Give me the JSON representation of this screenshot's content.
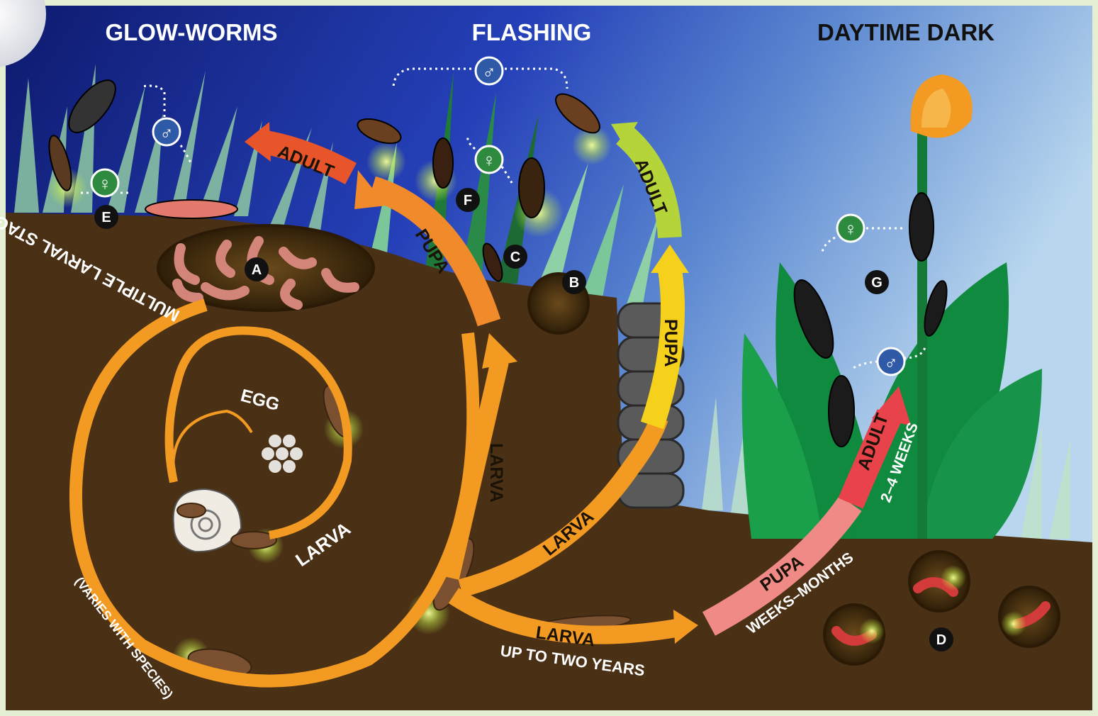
{
  "headers": {
    "glow_worms": "GLOW-WORMS",
    "flashing": "FLASHING",
    "daytime_dark": "DAYTIME DARK"
  },
  "stage_labels": {
    "adult": "ADULT",
    "pupa": "PUPA",
    "larva": "LARVA",
    "egg": "EGG"
  },
  "durations": {
    "multiple_larval": "MULTIPLE LARVAL STAGES / INSTARS",
    "varies_with_species": "(VARIES WITH SPECIES)",
    "up_to_two_years": "UP TO TWO YEARS",
    "weeks_months": "WEEKS–MONTHS",
    "two_four_weeks": "2–4 WEEKS"
  },
  "markers": {
    "a": "A",
    "b": "B",
    "c": "C",
    "d": "D",
    "e": "E",
    "f": "F",
    "g": "G"
  },
  "symbols": {
    "male": "♂",
    "female": "♀"
  },
  "colors": {
    "night_sky": "#1a2a8a",
    "day_sky": "#a9cdea",
    "soil": "#4a3115",
    "larval_orange": "#f39a22",
    "adult_red_orange": "#e8552a",
    "pupa_yellow": "#f5d11b",
    "adult_green": "#b5d43a",
    "pupa_pink": "#ef8a86",
    "adult_red": "#e8424a",
    "male_blue": "#2f5aa8",
    "female_green": "#2e8a3e",
    "glow": "#e9ff7a"
  }
}
